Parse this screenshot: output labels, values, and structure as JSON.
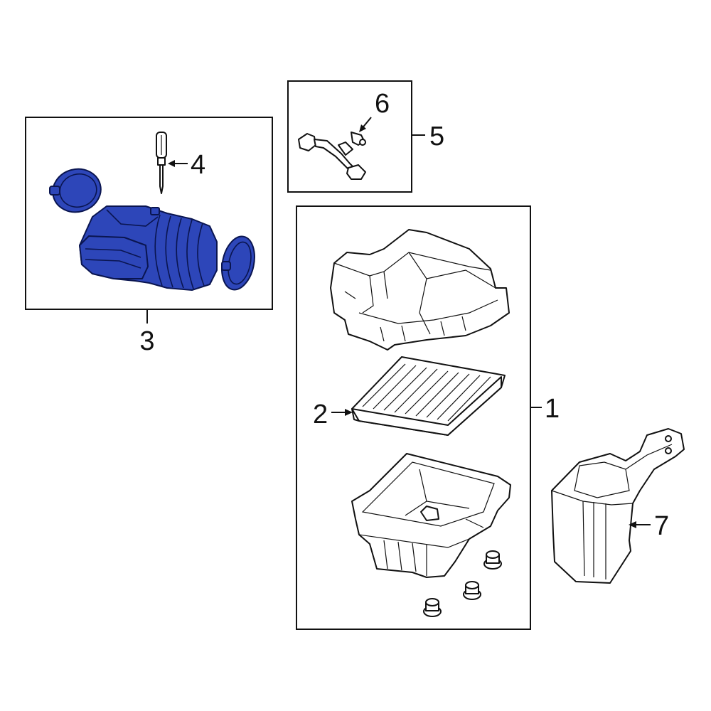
{
  "callouts": {
    "c1": "1",
    "c2": "2",
    "c3": "3",
    "c4": "4",
    "c5": "5",
    "c6": "6",
    "c7": "7"
  },
  "colors": {
    "highlight": "#2d46b9",
    "line": "#111111",
    "background": "#ffffff"
  }
}
